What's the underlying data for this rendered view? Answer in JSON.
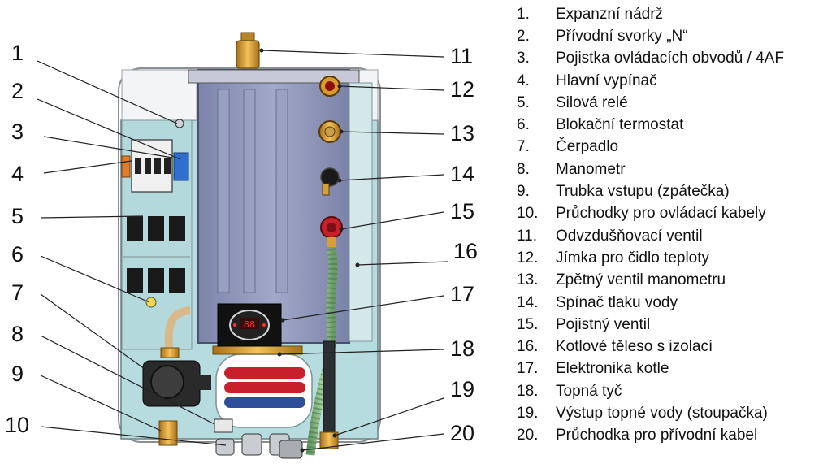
{
  "legend": [
    {
      "num": "1.",
      "label": "Expanzní nádrž"
    },
    {
      "num": "2.",
      "label": "Přívodní svorky „N“"
    },
    {
      "num": "3.",
      "label": "Pojistka ovládacích obvodů / 4AF"
    },
    {
      "num": "4.",
      "label": "Hlavní vypínač"
    },
    {
      "num": "5.",
      "label": "Silová relé"
    },
    {
      "num": "6.",
      "label": "Blokační termostat"
    },
    {
      "num": "7.",
      "label": "Čerpadlo"
    },
    {
      "num": "8.",
      "label": "Manometr"
    },
    {
      "num": "9.",
      "label": "Trubka vstupu (zpátečka)"
    },
    {
      "num": "10.",
      "label": "Průchodky pro ovládací kabely"
    },
    {
      "num": "11.",
      "label": "Odvzdušňovací ventil"
    },
    {
      "num": "12.",
      "label": "Jímka pro čidlo teploty"
    },
    {
      "num": "13.",
      "label": "Zpětný ventil manometru"
    },
    {
      "num": "14.",
      "label": "Spínač tlaku vody"
    },
    {
      "num": "15.",
      "label": "Pojistný ventil"
    },
    {
      "num": "16.",
      "label": "Kotlové těleso s izolací"
    },
    {
      "num": "17.",
      "label": "Elektronika kotle"
    },
    {
      "num": "18.",
      "label": "Topná tyč"
    },
    {
      "num": "19.",
      "label": "Výstup topné vody (stoupačka)"
    },
    {
      "num": "20.",
      "label": "Průchodka pro přívodní kabel"
    }
  ],
  "callouts": {
    "left": [
      "1",
      "2",
      "3",
      "4",
      "5",
      "6",
      "7",
      "8",
      "9",
      "10"
    ],
    "right": [
      "11",
      "12",
      "13",
      "14",
      "15",
      "16",
      "17",
      "18",
      "19",
      "20"
    ]
  },
  "display_value": "88",
  "colors": {
    "cabinet": "#b7dcdf",
    "tank": "#8c93b8",
    "frame": "#e7e9ea",
    "brass": "#d5a03a",
    "leader": "#222222"
  }
}
